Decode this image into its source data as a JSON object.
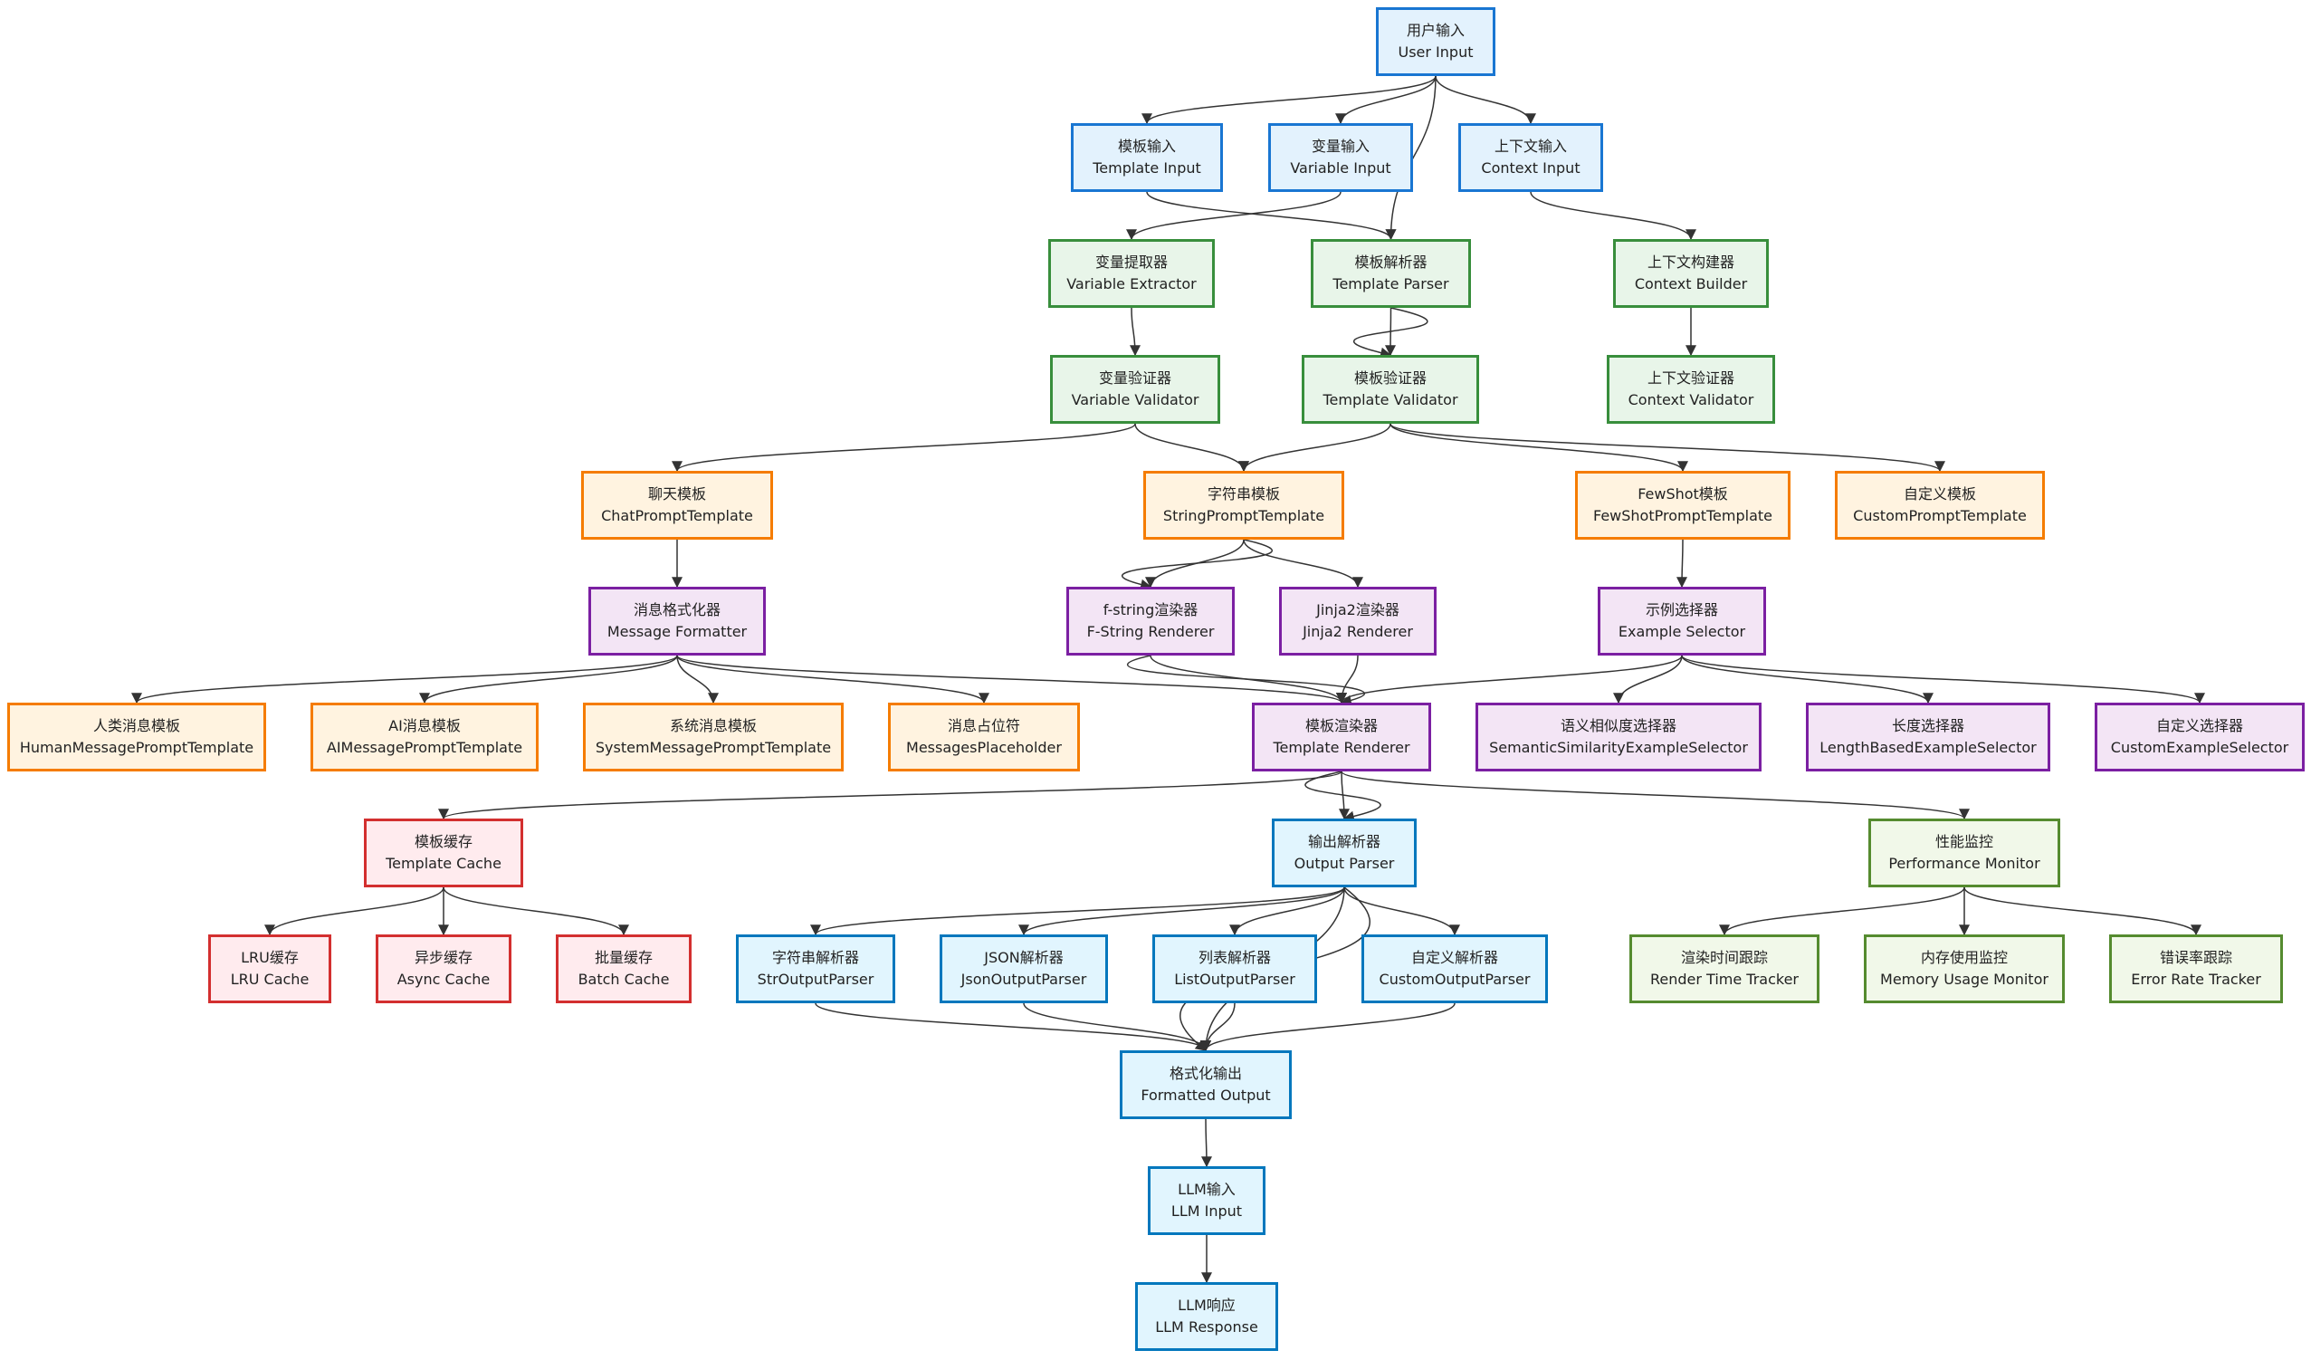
{
  "colors": {
    "input": {
      "fill": "#e3f2fd",
      "stroke": "#1976d2"
    },
    "process": {
      "fill": "#e8f5e9",
      "stroke": "#388e3c"
    },
    "template": {
      "fill": "#fff3e0",
      "stroke": "#f57c00"
    },
    "render": {
      "fill": "#f3e5f5",
      "stroke": "#7b1fa2"
    },
    "cache": {
      "fill": "#ffebee",
      "stroke": "#d32f2f"
    },
    "output": {
      "fill": "#e1f5fe",
      "stroke": "#0277bd"
    },
    "monitor": {
      "fill": "#f1f8e9",
      "stroke": "#558b2f"
    },
    "edge": "#333333"
  },
  "nodes": [
    {
      "id": "user_input",
      "cn": "用户输入",
      "en": "User Input",
      "category": "input"
    },
    {
      "id": "template_input",
      "cn": "模板输入",
      "en": "Template Input",
      "category": "input"
    },
    {
      "id": "variable_input",
      "cn": "变量输入",
      "en": "Variable Input",
      "category": "input"
    },
    {
      "id": "context_input",
      "cn": "上下文输入",
      "en": "Context Input",
      "category": "input"
    },
    {
      "id": "variable_extractor",
      "cn": "变量提取器",
      "en": "Variable Extractor",
      "category": "process"
    },
    {
      "id": "template_parser",
      "cn": "模板解析器",
      "en": "Template Parser",
      "category": "process"
    },
    {
      "id": "context_builder",
      "cn": "上下文构建器",
      "en": "Context Builder",
      "category": "process"
    },
    {
      "id": "variable_validator",
      "cn": "变量验证器",
      "en": "Variable Validator",
      "category": "process"
    },
    {
      "id": "template_validator",
      "cn": "模板验证器",
      "en": "Template Validator",
      "category": "process"
    },
    {
      "id": "context_validator",
      "cn": "上下文验证器",
      "en": "Context Validator",
      "category": "process"
    },
    {
      "id": "chat_template",
      "cn": "聊天模板",
      "en": "ChatPromptTemplate",
      "category": "template"
    },
    {
      "id": "string_template",
      "cn": "字符串模板",
      "en": "StringPromptTemplate",
      "category": "template"
    },
    {
      "id": "fewshot_template",
      "cn": "FewShot模板",
      "en": "FewShotPromptTemplate",
      "category": "template"
    },
    {
      "id": "custom_template",
      "cn": "自定义模板",
      "en": "CustomPromptTemplate",
      "category": "template"
    },
    {
      "id": "message_formatter",
      "cn": "消息格式化器",
      "en": "Message Formatter",
      "category": "render"
    },
    {
      "id": "fstring_renderer",
      "cn": "f-string渲染器",
      "en": "F-String Renderer",
      "category": "render"
    },
    {
      "id": "jinja2_renderer",
      "cn": "Jinja2渲染器",
      "en": "Jinja2 Renderer",
      "category": "render"
    },
    {
      "id": "example_selector",
      "cn": "示例选择器",
      "en": "Example Selector",
      "category": "render"
    },
    {
      "id": "human_msg",
      "cn": "人类消息模板",
      "en": "HumanMessagePromptTemplate",
      "category": "template"
    },
    {
      "id": "ai_msg",
      "cn": "AI消息模板",
      "en": "AIMessagePromptTemplate",
      "category": "template"
    },
    {
      "id": "system_msg",
      "cn": "系统消息模板",
      "en": "SystemMessagePromptTemplate",
      "category": "template"
    },
    {
      "id": "msg_placeholder",
      "cn": "消息占位符",
      "en": "MessagesPlaceholder",
      "category": "template"
    },
    {
      "id": "template_renderer",
      "cn": "模板渲染器",
      "en": "Template Renderer",
      "category": "render"
    },
    {
      "id": "semantic_selector",
      "cn": "语义相似度选择器",
      "en": "SemanticSimilarityExampleSelector",
      "category": "render"
    },
    {
      "id": "length_selector",
      "cn": "长度选择器",
      "en": "LengthBasedExampleSelector",
      "category": "render"
    },
    {
      "id": "custom_selector",
      "cn": "自定义选择器",
      "en": "CustomExampleSelector",
      "category": "render"
    },
    {
      "id": "template_cache",
      "cn": "模板缓存",
      "en": "Template Cache",
      "category": "cache"
    },
    {
      "id": "output_parser",
      "cn": "输出解析器",
      "en": "Output Parser",
      "category": "output"
    },
    {
      "id": "perf_monitor",
      "cn": "性能监控",
      "en": "Performance Monitor",
      "category": "monitor"
    },
    {
      "id": "lru_cache",
      "cn": "LRU缓存",
      "en": "LRU Cache",
      "category": "cache"
    },
    {
      "id": "async_cache",
      "cn": "异步缓存",
      "en": "Async Cache",
      "category": "cache"
    },
    {
      "id": "batch_cache",
      "cn": "批量缓存",
      "en": "Batch Cache",
      "category": "cache"
    },
    {
      "id": "str_parser",
      "cn": "字符串解析器",
      "en": "StrOutputParser",
      "category": "output"
    },
    {
      "id": "json_parser",
      "cn": "JSON解析器",
      "en": "JsonOutputParser",
      "category": "output"
    },
    {
      "id": "list_parser",
      "cn": "列表解析器",
      "en": "ListOutputParser",
      "category": "output"
    },
    {
      "id": "custom_parser",
      "cn": "自定义解析器",
      "en": "CustomOutputParser",
      "category": "output"
    },
    {
      "id": "render_tracker",
      "cn": "渲染时间跟踪",
      "en": "Render Time Tracker",
      "category": "monitor"
    },
    {
      "id": "memory_monitor",
      "cn": "内存使用监控",
      "en": "Memory Usage Monitor",
      "category": "monitor"
    },
    {
      "id": "error_tracker",
      "cn": "错误率跟踪",
      "en": "Error Rate Tracker",
      "category": "monitor"
    },
    {
      "id": "formatted_output",
      "cn": "格式化输出",
      "en": "Formatted Output",
      "category": "output"
    },
    {
      "id": "llm_input",
      "cn": "LLM输入",
      "en": "LLM Input",
      "category": "output"
    },
    {
      "id": "llm_response",
      "cn": "LLM响应",
      "en": "LLM Response",
      "category": "output"
    }
  ],
  "edges": [
    [
      "user_input",
      "template_input"
    ],
    [
      "user_input",
      "variable_input"
    ],
    [
      "user_input",
      "context_input"
    ],
    [
      "user_input",
      "template_parser"
    ],
    [
      "template_input",
      "template_parser"
    ],
    [
      "variable_input",
      "variable_extractor"
    ],
    [
      "context_input",
      "context_builder"
    ],
    [
      "variable_extractor",
      "variable_validator"
    ],
    [
      "template_parser",
      "template_validator"
    ],
    [
      "template_parser",
      "template_validator"
    ],
    [
      "context_builder",
      "context_validator"
    ],
    [
      "variable_validator",
      "chat_template"
    ],
    [
      "variable_validator",
      "string_template"
    ],
    [
      "template_validator",
      "string_template"
    ],
    [
      "template_validator",
      "fewshot_template"
    ],
    [
      "template_validator",
      "custom_template"
    ],
    [
      "chat_template",
      "message_formatter"
    ],
    [
      "string_template",
      "fstring_renderer"
    ],
    [
      "string_template",
      "jinja2_renderer"
    ],
    [
      "string_template",
      "fstring_renderer"
    ],
    [
      "fewshot_template",
      "example_selector"
    ],
    [
      "message_formatter",
      "human_msg"
    ],
    [
      "message_formatter",
      "ai_msg"
    ],
    [
      "message_formatter",
      "system_msg"
    ],
    [
      "message_formatter",
      "msg_placeholder"
    ],
    [
      "message_formatter",
      "template_renderer"
    ],
    [
      "fstring_renderer",
      "template_renderer"
    ],
    [
      "fstring_renderer",
      "template_renderer"
    ],
    [
      "jinja2_renderer",
      "template_renderer"
    ],
    [
      "example_selector",
      "semantic_selector"
    ],
    [
      "example_selector",
      "length_selector"
    ],
    [
      "example_selector",
      "custom_selector"
    ],
    [
      "example_selector",
      "template_renderer"
    ],
    [
      "template_renderer",
      "template_cache"
    ],
    [
      "template_renderer",
      "output_parser"
    ],
    [
      "template_renderer",
      "output_parser"
    ],
    [
      "template_renderer",
      "perf_monitor"
    ],
    [
      "template_cache",
      "lru_cache"
    ],
    [
      "template_cache",
      "async_cache"
    ],
    [
      "template_cache",
      "batch_cache"
    ],
    [
      "output_parser",
      "str_parser"
    ],
    [
      "output_parser",
      "json_parser"
    ],
    [
      "output_parser",
      "list_parser"
    ],
    [
      "output_parser",
      "custom_parser"
    ],
    [
      "output_parser",
      "formatted_output"
    ],
    [
      "output_parser",
      "formatted_output"
    ],
    [
      "perf_monitor",
      "render_tracker"
    ],
    [
      "perf_monitor",
      "memory_monitor"
    ],
    [
      "perf_monitor",
      "error_tracker"
    ],
    [
      "str_parser",
      "formatted_output"
    ],
    [
      "json_parser",
      "formatted_output"
    ],
    [
      "list_parser",
      "formatted_output"
    ],
    [
      "custom_parser",
      "formatted_output"
    ],
    [
      "formatted_output",
      "llm_input"
    ],
    [
      "llm_input",
      "llm_response"
    ]
  ]
}
